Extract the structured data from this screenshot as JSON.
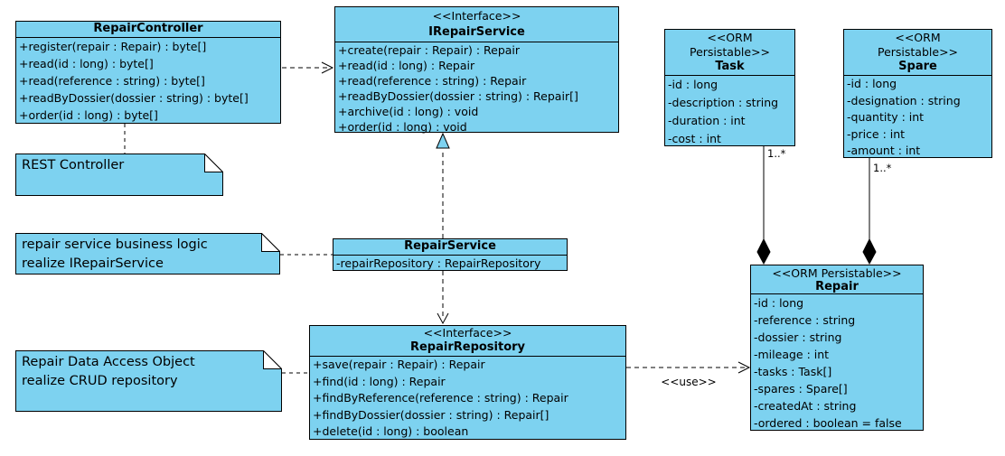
{
  "diagram": {
    "type": "uml-class-diagram",
    "colors": {
      "node_fill": "#7DD2F0",
      "border": "#000000",
      "background": "#FFFFFF"
    }
  },
  "classes": {
    "repair_controller": {
      "name": "RepairController",
      "members": [
        "+register(repair : Repair) : byte[]",
        "+read(id : long) : byte[]",
        "+read(reference : string) : byte[]",
        "+readByDossier(dossier : string) : byte[]",
        "+order(id : long) : byte[]"
      ]
    },
    "irepair_service": {
      "stereotype": "<<Interface>>",
      "name": "IRepairService",
      "members": [
        "+create(repair : Repair) : Repair",
        "+read(id : long) : Repair",
        "+read(reference : string) : Repair",
        "+readByDossier(dossier : string) : Repair[]",
        "+archive(id : long) : void",
        "+order(id : long) : void"
      ]
    },
    "task": {
      "stereotype_lines": [
        "<<ORM",
        "Persistable>>"
      ],
      "name": "Task",
      "members": [
        "-id : long",
        "-description : string",
        "-duration : int",
        "-cost : int"
      ]
    },
    "spare": {
      "stereotype_lines": [
        "<<ORM",
        "Persistable>>"
      ],
      "name": "Spare",
      "members": [
        "-id : long",
        "-designation : string",
        "-quantity : int",
        "-price : int",
        "-amount : int"
      ]
    },
    "repair_service": {
      "name": "RepairService",
      "members": [
        "-repairRepository : RepairRepository"
      ]
    },
    "repair_repository": {
      "stereotype": "<<Interface>>",
      "name": "RepairRepository",
      "members": [
        "+save(repair : Repair) : Repair",
        "+find(id : long) : Repair",
        "+findByReference(reference : string) : Repair",
        "+findByDossier(dossier : string) : Repair[]",
        "+delete(id : long) : boolean"
      ]
    },
    "repair": {
      "stereotype": "<<ORM Persistable>>",
      "name": "Repair",
      "members": [
        "-id : long",
        "-reference : string",
        "-dossier : string",
        "-mileage : int",
        "-tasks : Task[]",
        "-spares : Spare[]",
        "-createdAt : string",
        "-ordered : boolean = false"
      ]
    }
  },
  "notes": {
    "rest_controller": {
      "lines": [
        "REST Controller"
      ]
    },
    "business_logic": {
      "lines": [
        "repair service business logic",
        "realize IRepairService"
      ]
    },
    "dao": {
      "lines": [
        "Repair Data Access Object",
        "realize CRUD repository"
      ]
    }
  },
  "labels": {
    "use_dependency": "<<use>>",
    "task_multiplicity": "1..*",
    "spare_multiplicity": "1..*"
  }
}
